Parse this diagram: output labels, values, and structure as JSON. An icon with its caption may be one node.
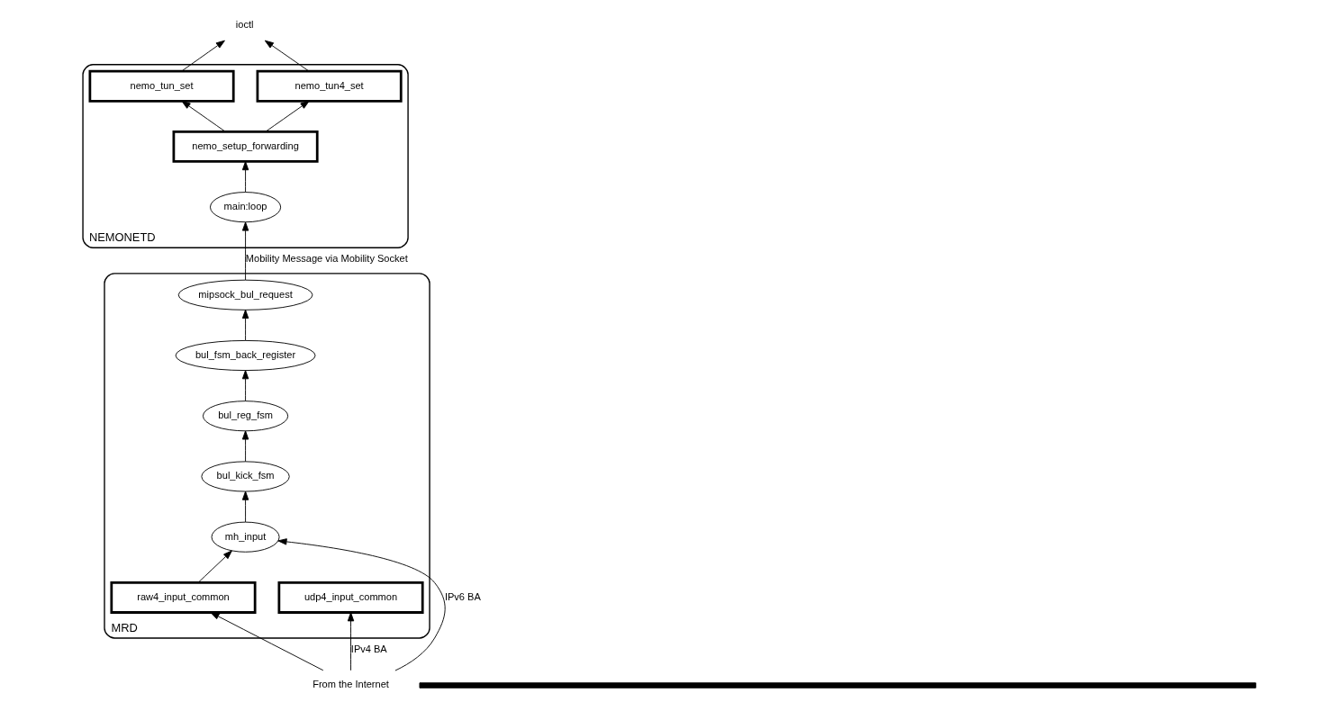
{
  "diagram": {
    "nodes": [
      {
        "text": [
          "MRD"
        ]
      },
      {
        "text": [
          "bul_kick_fsm"
        ],
        "in": 0
      },
      {
        "text": [
          "bul_reg_fsm"
        ],
        "in": 0
      },
      {
        "text": [
          "mh_input"
        ],
        "in": 0
      },
      {
        "text": [
          "bul_fsm_back_register"
        ],
        "in": 0
      },
      {
        "text": [
          "raw4_input_common"
        ],
        "in": 0
      },
      {
        "text": [
          "mipsock_bul_request"
        ],
        "in": 0
      },
      {
        "text": [
          "udp4_input_common"
        ],
        "in": 0
      },
      {
        "text": [
          "NEMONETD"
        ]
      },
      {
        "text": [
          "nemo_setup_forwarding"
        ],
        "in": 8
      },
      {
        "text": [
          "nemo_tun_set"
        ],
        "in": 8
      },
      {
        "text": [
          "nemo_tun4_set"
        ],
        "in": 8
      },
      {
        "text": [
          "main:loop"
        ],
        "in": 8
      },
      {
        "text": [],
        "shape": "bar"
      },
      {
        "text": [
          "From the Internet"
        ]
      },
      {
        "text": [
          "ioctl"
        ]
      }
    ],
    "edges": [
      {
        "from": 3,
        "to": 1,
        "arrow": "to"
      },
      {
        "from": 1,
        "to": 2,
        "arrow": "to"
      },
      {
        "from": 2,
        "to": 4,
        "arrow": "to"
      },
      {
        "from": 4,
        "to": 6,
        "arrow": "to"
      },
      {
        "from": 5,
        "to": 3,
        "arrow": "to"
      },
      {
        "from": 14,
        "to": 3,
        "arrow": "to",
        "label": "IPv6 BA"
      },
      {
        "from": 14,
        "to": 7,
        "arrow": "to",
        "label": "IPv4 BA"
      },
      {
        "from": 14,
        "to": 5,
        "arrow": "to"
      },
      {
        "from": 6,
        "to": 12,
        "arrow": "to",
        "label": "Mobility Message via Mobility Socket"
      },
      {
        "from": 12,
        "to": 9,
        "arrow": "to"
      },
      {
        "from": 9,
        "to": 10,
        "arrow": "to"
      },
      {
        "from": 9,
        "to": 11,
        "arrow": "to"
      },
      {
        "from": 10,
        "to": 15,
        "arrow": "to"
      },
      {
        "from": 11,
        "to": 15,
        "arrow": "to"
      }
    ]
  }
}
